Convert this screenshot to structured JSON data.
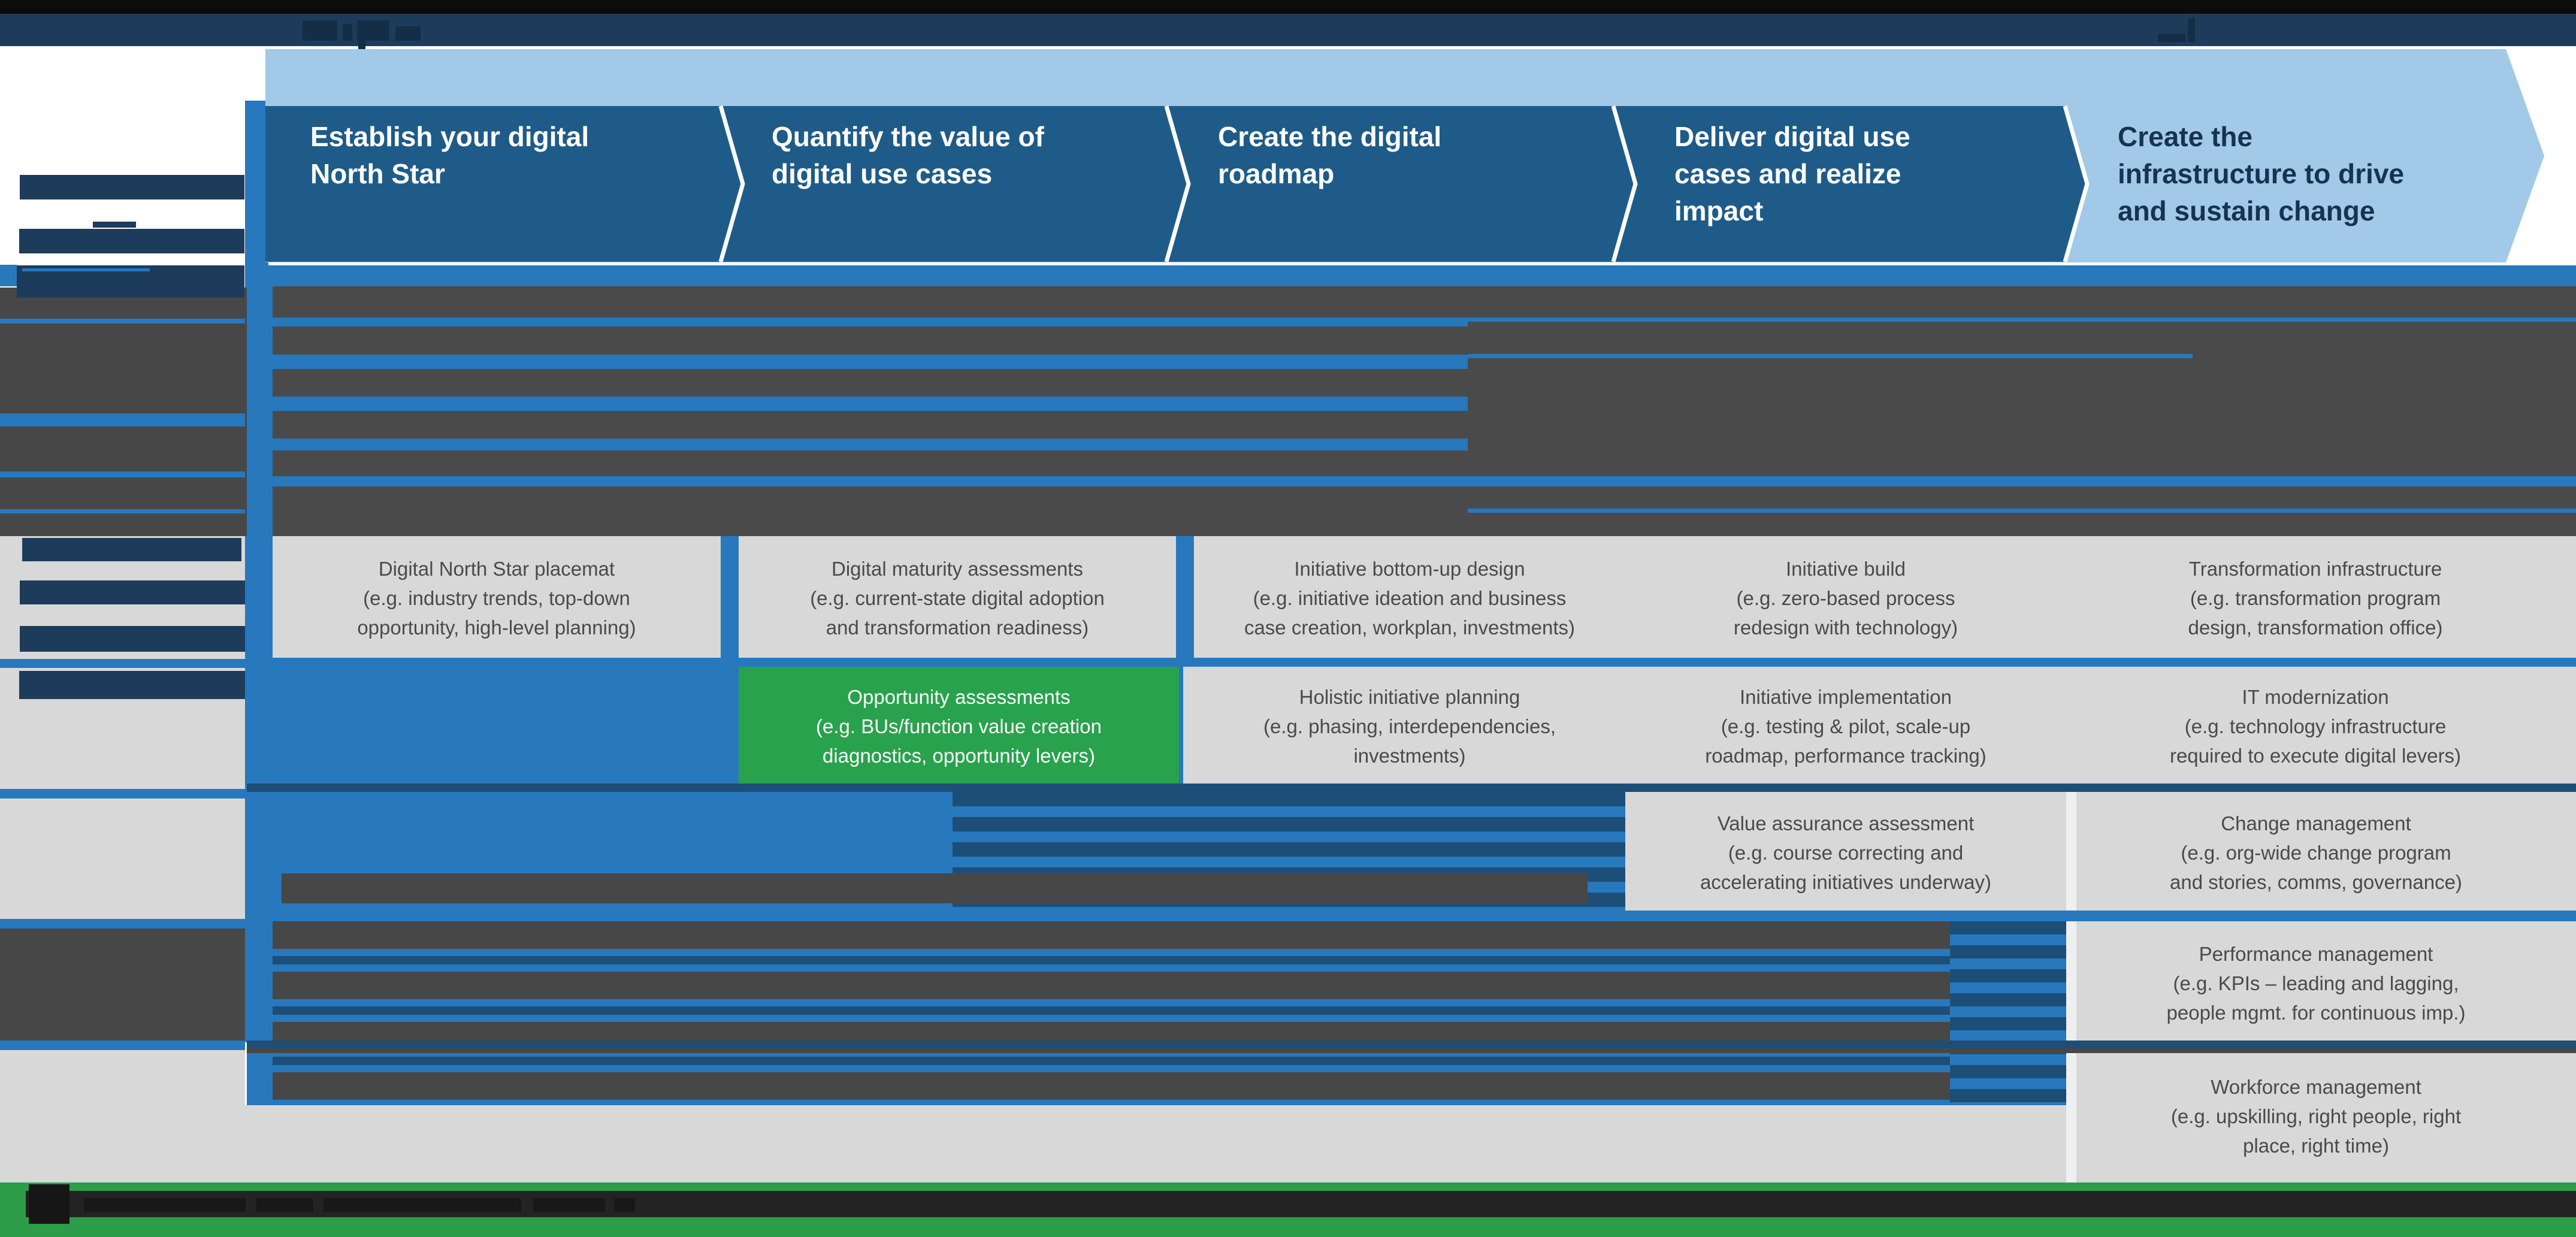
{
  "banner": {
    "steps": [
      {
        "label": "Establish your digital North Star",
        "lines": [
          "Establish your digital",
          "North Star"
        ]
      },
      {
        "label": "Quantify the value of digital use cases",
        "lines": [
          "Quantify the value of",
          "digital use cases"
        ]
      },
      {
        "label": "Create the digital roadmap",
        "lines": [
          "Create the digital",
          "roadmap"
        ]
      },
      {
        "label": "Deliver digital use cases and realize impact",
        "lines": [
          "Deliver digital use",
          "cases and realize",
          "impact"
        ]
      },
      {
        "label": "Create the infrastructure to drive and sustain change",
        "lines": [
          "Create the",
          "infrastructure to drive",
          "and sustain change"
        ]
      }
    ]
  },
  "boxes": {
    "north_star": {
      "lines": [
        "Digital North Star placemat",
        "(e.g. industry trends, top-down",
        "opportunity, high-level planning)"
      ]
    },
    "maturity": {
      "lines": [
        "Digital maturity assessments",
        "(e.g. current-state digital adoption",
        "and transformation readiness)"
      ]
    },
    "bottom_up": {
      "lines": [
        "Initiative bottom-up design",
        "(e.g. initiative ideation and business",
        "case creation, workplan, investments)"
      ]
    },
    "build": {
      "lines": [
        "Initiative build",
        "(e.g. zero-based process",
        "redesign with technology)"
      ]
    },
    "transf_infra": {
      "lines": [
        "Transformation infrastructure",
        "(e.g. transformation program",
        "design, transformation office)"
      ]
    },
    "opportunity": {
      "lines": [
        "Opportunity assessments",
        "(e.g. BUs/function value creation",
        "diagnostics, opportunity levers)"
      ]
    },
    "holistic": {
      "lines": [
        "Holistic initiative planning",
        "(e.g. phasing, interdependencies,",
        "investments)"
      ]
    },
    "implementation": {
      "lines": [
        "Initiative implementation",
        "(e.g. testing & pilot, scale-up",
        "roadmap, performance tracking)"
      ]
    },
    "it_modern": {
      "lines": [
        "IT modernization",
        "(e.g. technology infrastructure",
        "required to execute digital levers)"
      ]
    },
    "value_assurance": {
      "lines": [
        "Value assurance assessment",
        "(e.g. course correcting and",
        "accelerating initiatives underway)"
      ]
    },
    "change_mgmt": {
      "lines": [
        "Change management",
        "(e.g. org-wide change program",
        "and stories, comms, governance)"
      ]
    },
    "performance": {
      "lines": [
        "Performance management",
        "(e.g. KPIs – leading and lagging,",
        "people mgmt. for continuous imp.)"
      ]
    },
    "workforce": {
      "lines": [
        "Workforce management",
        "(e.g. upskilling, right people, right",
        "place, right time)"
      ]
    }
  },
  "colors": {
    "header_navy": "#1d3c5c",
    "light_blue": "#a3c9e9",
    "chevron_blue": "#1f5b89",
    "content_blue": "#2878bd",
    "navy_stripe": "#1d4e78",
    "redaction_gray": "#474747",
    "box_gray": "#d8d8d8",
    "box_text": "#4a4a4a",
    "green_box": "#28a24c",
    "footer_green": "#2d9d49",
    "footer_band": "#232323"
  }
}
